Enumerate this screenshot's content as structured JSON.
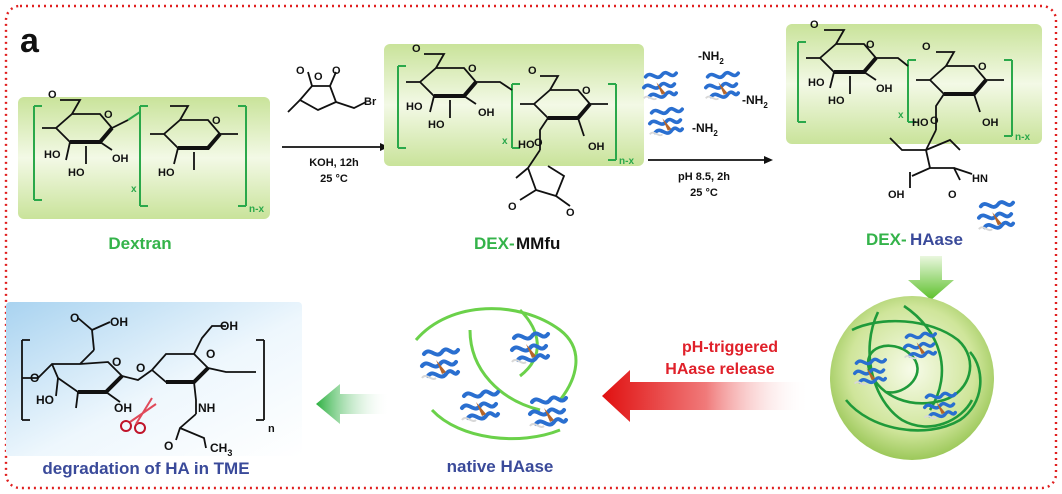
{
  "panel_label": "a",
  "colors": {
    "frame_dotted": "#e02020",
    "polymer_green": "#2aa84a",
    "label_green": "#34b34a",
    "label_blue": "#3a4a9a",
    "label_red": "#e0202a",
    "band_green": "#d8ecb0",
    "protein_blue": "#2a6fd0"
  },
  "molecules": {
    "dextran": {
      "label": "Dextran",
      "atoms": {
        "ho1": "HO",
        "ho2": "HO",
        "ho3": "HO",
        "oh1": "OH",
        "o1": "O",
        "o2": "O",
        "o3": "O"
      },
      "subscripts": {
        "x": "x",
        "nx": "n-x"
      }
    },
    "dex_mmfu": {
      "label_part1": "DEX-",
      "label_part2": "MMfu",
      "atoms": {
        "ho1": "HO",
        "ho2": "HO",
        "ho3": "HO",
        "oh1": "OH",
        "oh2": "OH",
        "o1": "O",
        "o2": "O",
        "o3": "O",
        "o4": "O",
        "o5": "O",
        "o6": "O",
        "o7": "O"
      },
      "subscripts": {
        "x": "x",
        "nx": "n-x"
      }
    },
    "dex_haase": {
      "label_part1": "DEX-",
      "label_part2": "HAase",
      "atoms": {
        "ho1": "HO",
        "ho2": "HO",
        "ho3": "HO",
        "oh1": "OH",
        "oh2": "OH",
        "o1": "O",
        "o2": "O",
        "o3": "O",
        "o4": "O",
        "o5": "O",
        "oh3": "OH",
        "o6": "O",
        "hn": "HN"
      },
      "subscripts": {
        "x": "x",
        "nx": "n-x"
      }
    },
    "ha": {
      "label": "degradation of HA in TME",
      "atoms": {
        "o_h": "O",
        "oh_top": "OH",
        "oh_right": "OH",
        "o1": "O",
        "o2": "O",
        "o3": "O",
        "o4": "O",
        "ho": "HO",
        "oh_bottom": "OH",
        "nh": "NH",
        "o_acetyl": "O",
        "ch3": "CH",
        "ch3_sub": "3"
      },
      "subscript_n": "n"
    }
  },
  "reactions": {
    "step1": {
      "reagent_atom": "Br",
      "reagent_o1": "O",
      "reagent_o2": "O",
      "reagent_o3": "O",
      "cond1": "KOH, 12h",
      "cond2": "25 °C"
    },
    "step2": {
      "nh2": "-NH",
      "nh2_sub": "2",
      "cond1": "pH 8.5, 2h",
      "cond2": "25 °C"
    }
  },
  "release": {
    "line1": "pH-triggered",
    "line2": "HAase release"
  },
  "native_label": "native HAase"
}
